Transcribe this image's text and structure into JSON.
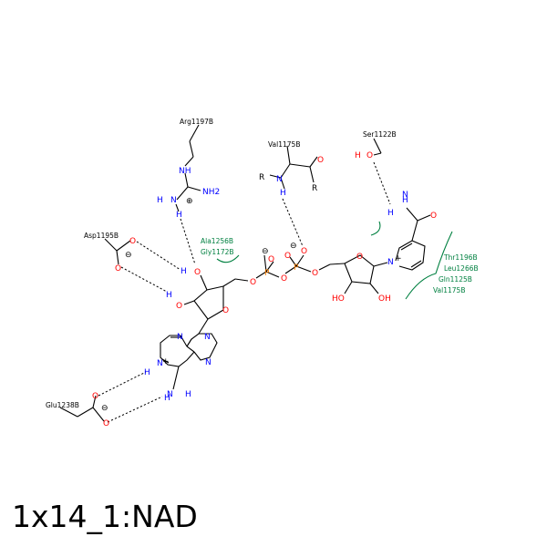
{
  "title": "1x14_1:NAD",
  "colors": {
    "bond": "#000000",
    "oxygen": "#ff0000",
    "nitrogen": "#0000ff",
    "phosphorus": "#ff8000",
    "hydrophobic": "#008040"
  },
  "residues": {
    "arg": "Arg1197B",
    "val_top": "Val1175B",
    "ser": "Ser1122B",
    "asp": "Asp1195B",
    "glu": "Glu1238B"
  },
  "hydrophobic_contacts": {
    "ala": "Ala1256B",
    "gly": "Gly1172B",
    "thr": "Thr1196B",
    "leu": "Leu1266B",
    "gln": "Gln1125B",
    "val": "Val1175B"
  },
  "atoms": {
    "O": "O",
    "N": "N",
    "H": "H",
    "P": "P",
    "R": "R",
    "NH2": "NH2",
    "NH": "NH",
    "HO": "HO",
    "OH": "OH",
    "minus": "⊖",
    "plus": "⊕",
    "cation": "+"
  }
}
